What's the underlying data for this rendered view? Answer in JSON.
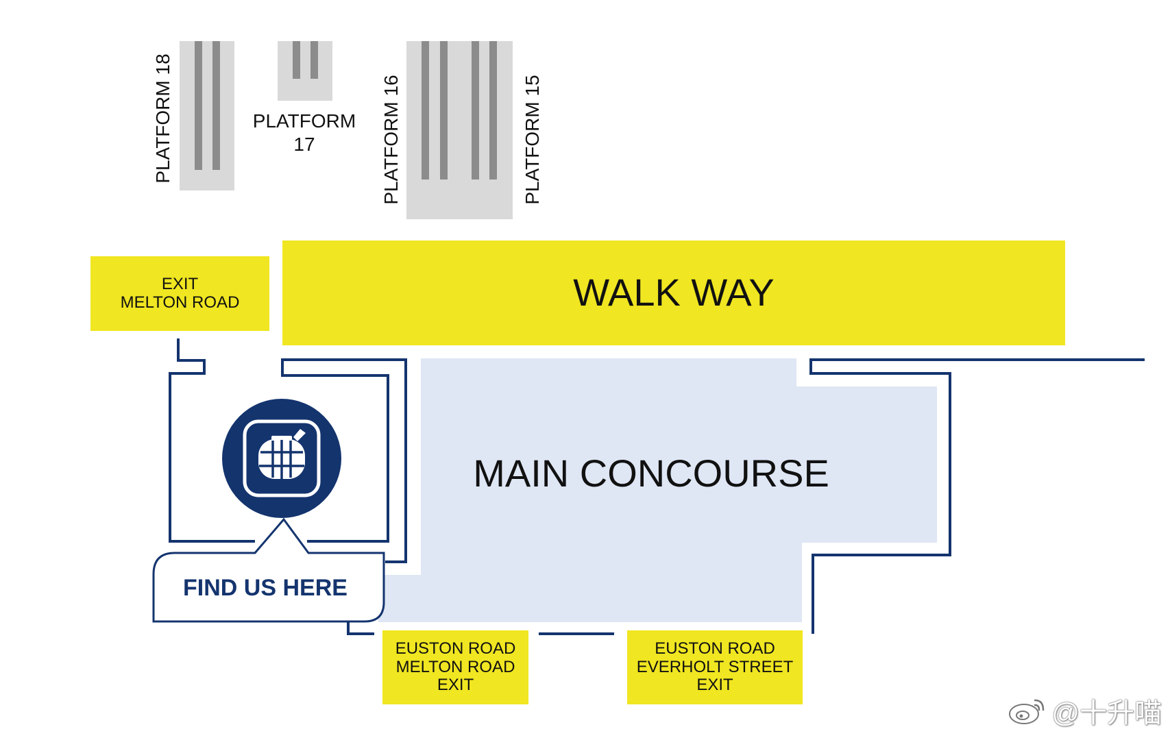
{
  "platforms": {
    "p18": "PLATFORM 18",
    "p17_line1": "PLATFORM",
    "p17_line2": "17",
    "p16": "PLATFORM 16",
    "p15": "PLATFORM 15"
  },
  "walkway": {
    "label": "WALK WAY"
  },
  "exit_melton": {
    "line1": "EXIT",
    "line2": "MELTON ROAD"
  },
  "concourse": {
    "label": "MAIN CONCOURSE"
  },
  "find_us": {
    "label": "FIND US HERE",
    "icon": "luggage-globe-icon"
  },
  "exit_euston_melton": {
    "line1": "EUSTON ROAD",
    "line2": "MELTON ROAD",
    "line3": "EXIT"
  },
  "exit_euston_everholt": {
    "line1": "EUSTON ROAD",
    "line2": "EVERHOLT STREET",
    "line3": "EXIT"
  },
  "watermark": {
    "text": "@十升喵"
  },
  "colors": {
    "yellow": "#f0e621",
    "navy": "#14346e",
    "concourse_fill": "#dfe6f4",
    "platform_fill": "#d9d9d9",
    "track": "#8c8c8c"
  }
}
